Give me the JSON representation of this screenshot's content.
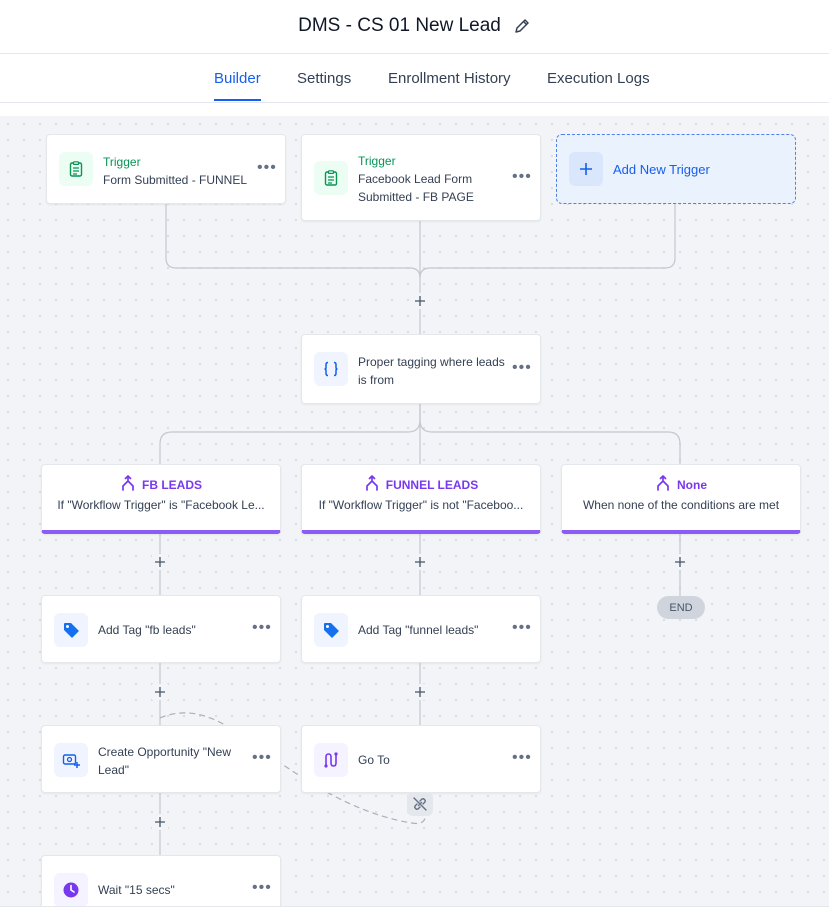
{
  "header": {
    "title": "DMS - CS 01 New Lead",
    "edit_icon": "pencil-icon"
  },
  "tabs": [
    {
      "label": "Builder",
      "active": true
    },
    {
      "label": "Settings",
      "active": false
    },
    {
      "label": "Enrollment History",
      "active": false
    },
    {
      "label": "Execution Logs",
      "active": false
    }
  ],
  "colors": {
    "accent": "#155eef",
    "trigger_green": "#079455",
    "branch_purple": "#8b5cf6",
    "canvas_bg": "#f2f4f7"
  },
  "triggers": [
    {
      "label": "Trigger",
      "text": "Form Submitted - FUNNEL",
      "icon": "clipboard-icon"
    },
    {
      "label": "Trigger",
      "text": "Facebook Lead Form Submitted - FB PAGE",
      "icon": "clipboard-icon"
    }
  ],
  "add_trigger": {
    "label": "Add New Trigger",
    "icon": "plus-icon"
  },
  "actions": {
    "tagging": {
      "text": "Proper tagging where leads is from",
      "icon": "braces-icon"
    },
    "fb_tag": {
      "text": "Add Tag \"fb leads\"",
      "icon": "tag-icon"
    },
    "funnel_tag": {
      "text": "Add Tag \"funnel leads\"",
      "icon": "tag-icon"
    },
    "opportunity": {
      "text": "Create Opportunity \"New Lead\"",
      "icon": "opportunity-icon"
    },
    "goto": {
      "text": "Go To",
      "icon": "goto-icon"
    },
    "wait": {
      "text": "Wait \"15 secs\"",
      "icon": "clock-icon"
    }
  },
  "branches": [
    {
      "name": "FB LEADS",
      "condition": "If \"Workflow Trigger\" is \"Facebook Le...",
      "icon": "branch-icon"
    },
    {
      "name": "FUNNEL LEADS",
      "condition": "If \"Workflow Trigger\" is not \"Faceboo...",
      "icon": "branch-icon"
    },
    {
      "name": "None",
      "condition": "When none of the conditions are met",
      "icon": "branch-icon"
    }
  ],
  "end_label": "END",
  "menu_glyph": "•••"
}
